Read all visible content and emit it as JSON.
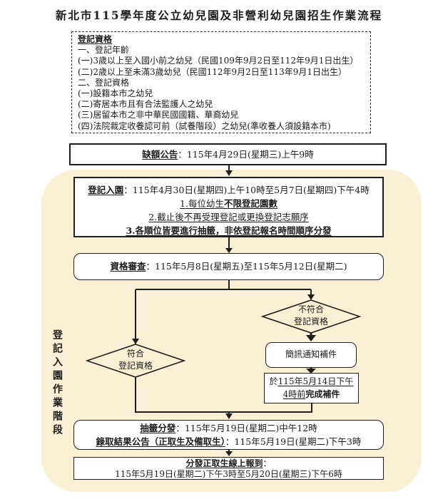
{
  "title": "新北市115學年度公立幼兒園及非營利幼兒園招生作業流程",
  "colors": {
    "panel_bg": "#FAF0D6",
    "line": "#1F1F1F",
    "box_bg": "#FFFFFF"
  },
  "qualifications": {
    "heading": "登記資格",
    "lines": [
      "一、登記年齡",
      "(一)3歲以上至入國小前之幼兒（民國109年9月2日至112年9月1日出生）",
      "(二)2歲以上至未滿3歲幼兒（民國112年9月2日至113年9月1日出生）",
      "二、登記資格",
      "(一)設籍本市之幼兒",
      "(二)寄居本市且有合法監護人之幼兒",
      "(三)居留本市之非中華民國國籍、華裔幼兒",
      "(四)法院裁定收養認可前（試養階段）之幼兒(準收養人須設籍本市)"
    ]
  },
  "vacancy": {
    "label": "缺額公告",
    "text": "：115年4月29日(星期三)上午9時"
  },
  "stage_label": "登記入園作業階段",
  "register": {
    "label": "登記入園",
    "text": "：115年4月30日(星期四)上午10時至5月7日(星期四)下午4時",
    "note1_prefix": "1.每位幼生",
    "note1_bold": "不限登記園數",
    "note2": "2.截止後不再受理登記或更換登記志願序",
    "note3": "3.各順位皆要進行抽籤，非依登記報名時間順序分發"
  },
  "review": {
    "label": "資格審查",
    "text": "：115年5月8日(星期五)至115年5月12日(星期二)"
  },
  "decision_fail": {
    "line1": "不符合",
    "line2": "登記資格"
  },
  "decision_pass": {
    "line1": "符合",
    "line2": "登記資格"
  },
  "sms": {
    "text": "簡訊通知補件"
  },
  "supplement": {
    "prefix": "於",
    "underline1": "115年5月14日下午",
    "underline2": "4時前",
    "bold": "完成補件"
  },
  "lottery": {
    "line1_label": "抽籤分發",
    "line1_text": "：115年5月19日(星期二)中午12時",
    "line2_label": "錄取結果公告（正取生及備取生）",
    "line2_text": "：115年5月19日(星期二)下午3時"
  },
  "enrollment": {
    "label": "分發正取生線上報到",
    "colon": "：",
    "text": "115年5月19日(星期二)下午3時至5月20日(星期三)下午6時"
  }
}
